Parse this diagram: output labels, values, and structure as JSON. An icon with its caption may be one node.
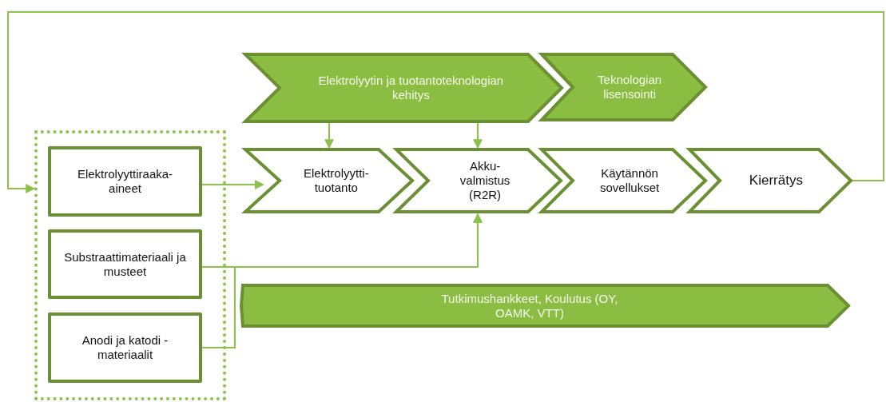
{
  "diagram": {
    "nodes": [
      {
        "text": [],
        "shape": "box"
      },
      {
        "text": [
          "Elektrolyyttiraaka- aineet"
        ],
        "in": 0
      },
      {
        "text": [
          "Substraattimateriaali ja musteet"
        ],
        "in": 0
      },
      {
        "text": [
          "Anodi ja katodi - materiaalit"
        ],
        "in": 0
      },
      {
        "text": [
          "Elektrolyytin ja tuotantoteknologian kehitys"
        ]
      },
      {
        "text": [
          "Teknologian lisensointi"
        ]
      },
      {
        "text": [
          "Elektrolyytti- tuotanto"
        ]
      },
      {
        "text": [
          "Akku- valmistus (R2R)"
        ]
      },
      {
        "text": [
          "Käytännön sovellukset"
        ]
      },
      {
        "text": [
          "Kierrätys"
        ]
      },
      {
        "text": [
          "Tutkimushankkeet, Koulutus (OY, OAMK, VTT)"
        ]
      }
    ],
    "edges": [
      {
        "from": 1,
        "to": 6,
        "arrow": "to"
      },
      {
        "from": 4,
        "to": 6,
        "arrow": "to"
      },
      {
        "from": 4,
        "to": 7,
        "arrow": "to"
      },
      {
        "from": 2,
        "to": 7,
        "arrow": "to"
      },
      {
        "from": 3,
        "to": 7,
        "arrow": "to"
      },
      {
        "from": 9,
        "to": 0,
        "arrow": "to"
      }
    ]
  }
}
